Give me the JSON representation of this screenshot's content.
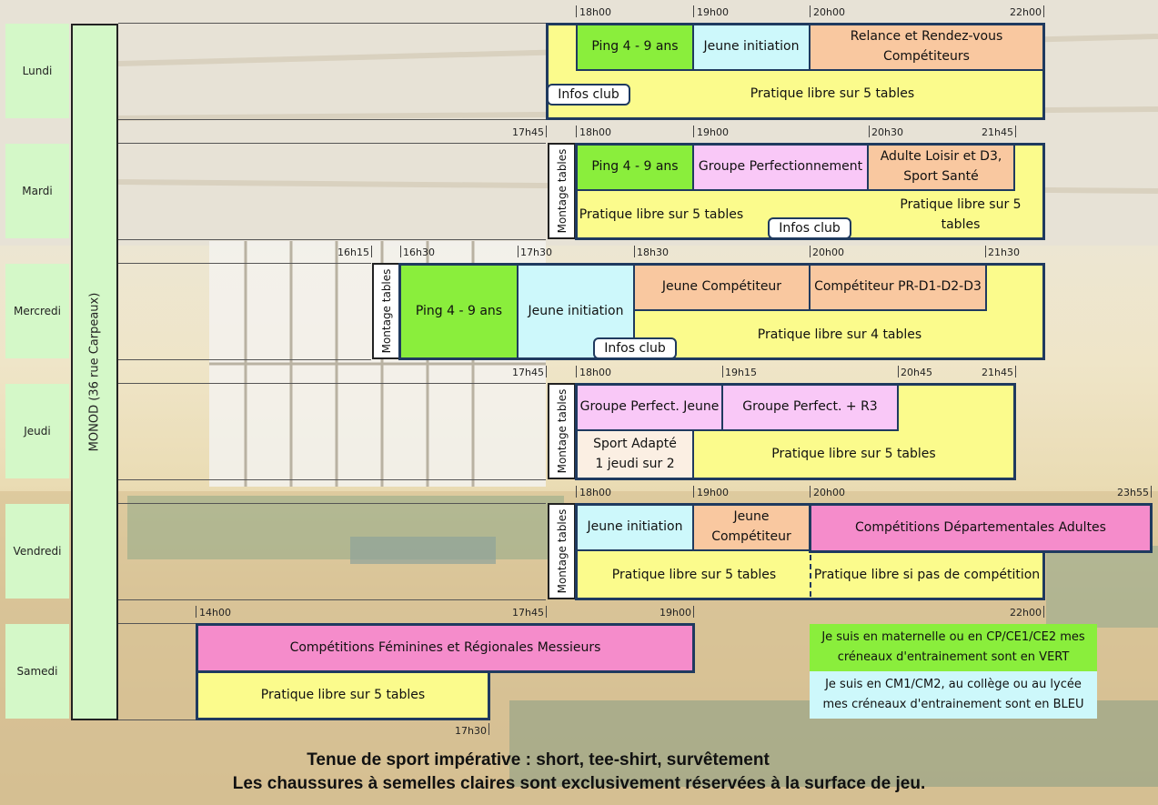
{
  "days": [
    "Lundi",
    "Mardi",
    "Mercredi",
    "Jeudi",
    "Vendredi",
    "Samedi"
  ],
  "venue": "MONOD (36 rue Carpeaux)",
  "lundi": {
    "ticks": [
      "18h00",
      "19h00",
      "20h00",
      "22h00"
    ],
    "b1": "Ping 4 - 9 ans",
    "b2": "Jeune initiation",
    "b3": "Relance et Rendez-vous Compétiteurs",
    "b4": "Pratique libre sur 5 tables",
    "info": "Infos club"
  },
  "mardi": {
    "ticks": [
      "17h45",
      "18h00",
      "19h00",
      "20h30",
      "21h45"
    ],
    "montage": "Montage tables",
    "b1": "Ping 4 - 9 ans",
    "b2": "Groupe Perfectionnement",
    "b3a": "Adulte Loisir et D3,",
    "b3b": "Sport Santé",
    "b4": "Pratique libre sur 5 tables",
    "b5": "Pratique libre sur 5 tables",
    "info": "Infos club"
  },
  "mercredi": {
    "ticks": [
      "16h15",
      "16h30",
      "17h30",
      "18h30",
      "20h00",
      "21h30"
    ],
    "montage": "Montage tables",
    "b1": "Ping 4 - 9 ans",
    "b2": "Jeune initiation",
    "b3": "Jeune Compétiteur",
    "b4": "Compétiteur PR-D1-D2-D3",
    "b5": "Pratique libre sur 4 tables",
    "info": "Infos club"
  },
  "jeudi": {
    "ticks": [
      "17h45",
      "18h00",
      "19h15",
      "20h45",
      "21h45"
    ],
    "montage": "Montage tables",
    "b1": "Groupe Perfect. Jeune",
    "b2": "Groupe Perfect. + R3",
    "b3a": "Sport Adapté",
    "b3b": "1 jeudi sur 2",
    "b4": "Pratique libre sur 5 tables"
  },
  "vendredi": {
    "ticks": [
      "18h00",
      "19h00",
      "20h00",
      "23h55"
    ],
    "montage": "Montage tables",
    "b1": "Jeune initiation",
    "b2a": "Jeune",
    "b2b": "Compétiteur",
    "b3": "Compétitions Départementales Adultes",
    "b4": "Pratique libre sur 5 tables",
    "b5": "Pratique libre si pas de compétition"
  },
  "samedi": {
    "ticks": [
      "14h00",
      "17h45",
      "19h00",
      "22h00",
      "17h30"
    ],
    "b1": "Compétitions Féminines et Régionales Messieurs",
    "b2": "Pratique libre sur 5 tables"
  },
  "legend": {
    "green_a": "Je suis en maternelle ou en CP/CE1/CE2 mes",
    "green_b": "créneaux d'entrainement sont en VERT",
    "blue_a": "Je suis en CM1/CM2, au collège ou au lycée",
    "blue_b": "mes créneaux d'entrainement sont en BLEU"
  },
  "footer": {
    "line1": "Tenue de sport impérative : short, tee-shirt, survêtement",
    "line2": "Les chaussures à semelles claires sont exclusivement réservées à la surface de jeu."
  },
  "colors": {
    "green": "#8aee3c",
    "cyan": "#cdf8fb",
    "orange": "#f9c8a0",
    "purple": "#f9c8f7",
    "yellow": "#fbfb8c",
    "pink": "#f58ccb",
    "border": "#1f3a5f"
  }
}
